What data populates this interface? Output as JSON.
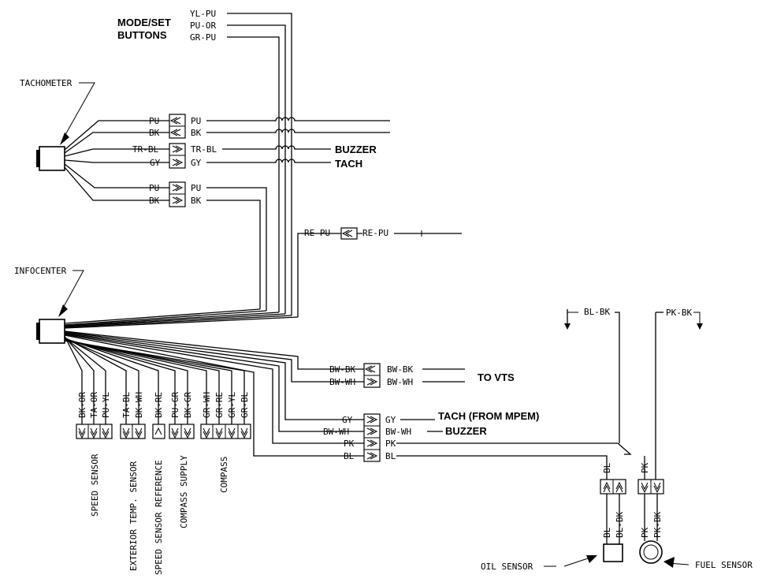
{
  "components": {
    "mode_set": "MODE/SET",
    "buttons": "BUTTONS",
    "tachometer": "TACHOMETER",
    "infocenter": "INFOCENTER",
    "oil_sensor": "OIL SENSOR",
    "fuel_sensor": "FUEL SENSOR"
  },
  "mode_wires": [
    "YL-PU",
    "PU-OR",
    "GR-PU"
  ],
  "tach_wires": {
    "pu1": "PU",
    "bk1": "BK",
    "trbl": "TR-BL",
    "gy": "GY",
    "pu2": "PU",
    "bk2": "BK"
  },
  "repu": "RE-PU",
  "dests": {
    "buzzer": "BUZZER",
    "tach": "TACH",
    "to_vts": "TO VTS",
    "tach_mpem": "TACH (FROM MPEM)",
    "buzzer2": "BUZZER"
  },
  "right_wires": {
    "bwbk": "BW-BK",
    "bwwh": "BW-WH",
    "gy": "GY",
    "bwwh2": "BW-WH",
    "pk": "PK",
    "bl": "BL"
  },
  "ground_wires": {
    "blbk": "BL-BK",
    "pkbk": "PK-BK"
  },
  "sensor_wires": {
    "bl": "BL",
    "pk": "PK",
    "bl2": "BL",
    "blbk": "BL-BK",
    "pk2": "PK",
    "pkbk": "PK-BK"
  },
  "bottom_wires": [
    "BK-OR",
    "TA-OR",
    "PU-YL",
    "TA-BL",
    "BK-WH",
    "BK-RE",
    "PU-GR",
    "BK-GR",
    "GR-WH",
    "GR-RE",
    "GR-YL",
    "GR-BL"
  ],
  "bottom_groups": {
    "speed_sensor": "SPEED SENSOR",
    "ext_temp": "EXTERIOR TEMP. SENSOR",
    "speed_ref": "SPEED SENSOR REFERENCE",
    "compass_supply": "COMPASS SUPPLY",
    "compass": "COMPASS"
  }
}
